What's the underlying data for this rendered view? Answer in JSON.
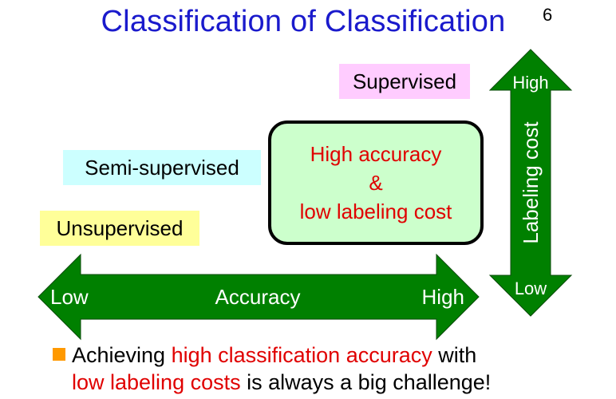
{
  "title": "Classification of Classification",
  "page_number": "6",
  "categories": {
    "supervised": "Supervised",
    "semi_supervised": "Semi-supervised",
    "unsupervised": "Unsupervised"
  },
  "center_box": {
    "line1": "High accuracy",
    "line2": "&",
    "line3": "low labeling cost"
  },
  "horizontal_arrow": {
    "low": "Low",
    "label": "Accuracy",
    "high": "High"
  },
  "vertical_arrow": {
    "high": "High",
    "label": "Labeling cost",
    "low": "Low"
  },
  "bullet": {
    "part1": "Achieving ",
    "part2_red": "high classification accuracy",
    "part3": " with",
    "part4_red": "low labeling costs",
    "part5": " is always a big challenge!"
  },
  "colors": {
    "title": "#1a1acc",
    "arrow_fill": "#008000",
    "highlight_text": "#e00000",
    "supervised_bg": "#ffccff",
    "semi_supervised_bg": "#ccffff",
    "unsupervised_bg": "#ffff99",
    "center_box_bg": "#ccffcc",
    "bullet_marker": "#ff9900"
  }
}
